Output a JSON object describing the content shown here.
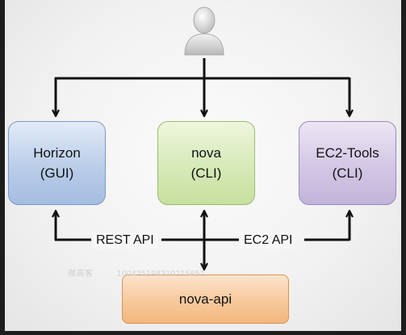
{
  "nodes": {
    "horizon": {
      "name": "Horizon",
      "type": "(GUI)"
    },
    "nova": {
      "name": "nova",
      "type": "(CLI)"
    },
    "ec2_tools": {
      "name": "EC2-Tools",
      "type": "(CLI)"
    },
    "nova_api": {
      "name": "nova-api"
    }
  },
  "edges": {
    "rest_api": "REST API",
    "ec2_api": "EC2 API"
  },
  "watermark": {
    "site": "微高客",
    "id": "100425198310215851"
  },
  "icons": {
    "user": "user-silhouette-icon"
  },
  "colors": {
    "horizon_fill": "#bacde9",
    "nova_fill": "#d6e9b7",
    "ec2_tools_fill": "#d3c7e5",
    "nova_api_fill": "#f7c99c",
    "connector": "#111111"
  }
}
